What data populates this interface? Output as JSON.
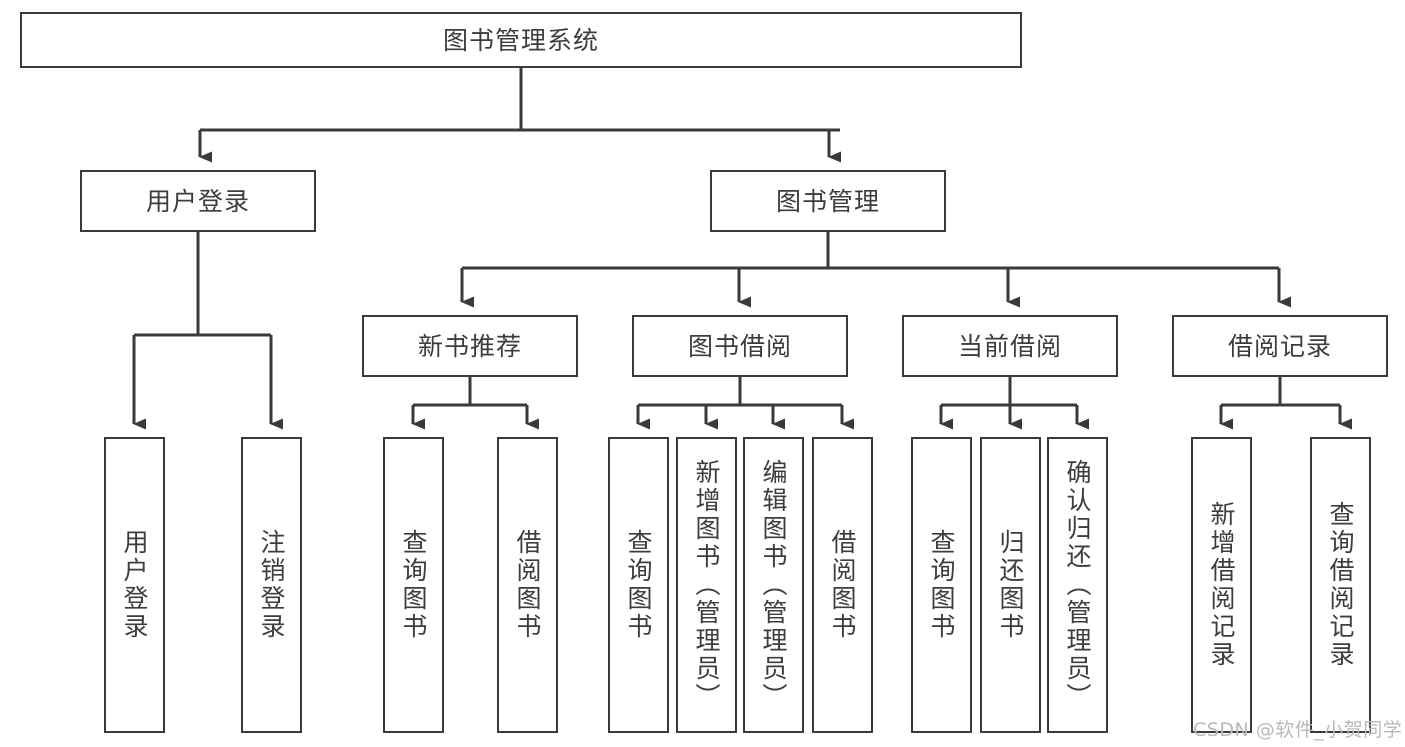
{
  "diagram": {
    "type": "hierarchy-tree",
    "title": "图书管理系统",
    "watermark": "CSDN @软件_小贺同学",
    "colors": {
      "stroke": "#3a3a3a",
      "text": "#3d3d3d",
      "background": "#ffffff",
      "watermark": "#b9b9b9"
    },
    "nodes": {
      "root": {
        "label": "图书管理系统",
        "level": 0,
        "orientation": "horizontal"
      },
      "user_login": {
        "label": "用户登录",
        "level": 1,
        "orientation": "horizontal"
      },
      "book_manage": {
        "label": "图书管理",
        "level": 1,
        "orientation": "horizontal"
      },
      "new_book_rec": {
        "label": "新书推荐",
        "level": 2,
        "orientation": "horizontal"
      },
      "book_borrow": {
        "label": "图书借阅",
        "level": 2,
        "orientation": "horizontal"
      },
      "current_borrow": {
        "label": "当前借阅",
        "level": 2,
        "orientation": "horizontal"
      },
      "borrow_record": {
        "label": "借阅记录",
        "level": 2,
        "orientation": "horizontal"
      },
      "leaf_user_login": {
        "label": "用户登录",
        "level": 2,
        "orientation": "vertical"
      },
      "leaf_logout": {
        "label": "注销登录",
        "level": 2,
        "orientation": "vertical"
      },
      "leaf_query_book_1": {
        "label": "查询图书",
        "level": 3,
        "orientation": "vertical"
      },
      "leaf_borrow_book_1": {
        "label": "借阅图书",
        "level": 3,
        "orientation": "vertical"
      },
      "leaf_query_book_2": {
        "label": "查询图书",
        "level": 3,
        "orientation": "vertical"
      },
      "leaf_add_book": {
        "label": "新增图书（管理员）",
        "level": 3,
        "orientation": "vertical"
      },
      "leaf_edit_book": {
        "label": "编辑图书（管理员）",
        "level": 3,
        "orientation": "vertical"
      },
      "leaf_borrow_book_2": {
        "label": "借阅图书",
        "level": 3,
        "orientation": "vertical"
      },
      "leaf_query_book_3": {
        "label": "查询图书",
        "level": 3,
        "orientation": "vertical"
      },
      "leaf_return_book": {
        "label": "归还图书",
        "level": 3,
        "orientation": "vertical"
      },
      "leaf_confirm_return": {
        "label": "确认归还（管理员）",
        "level": 3,
        "orientation": "vertical"
      },
      "leaf_add_record": {
        "label": "新增借阅记录",
        "level": 3,
        "orientation": "vertical"
      },
      "leaf_query_record": {
        "label": "查询借阅记录",
        "level": 3,
        "orientation": "vertical"
      }
    },
    "edges": [
      {
        "from": "root",
        "to": "user_login"
      },
      {
        "from": "root",
        "to": "book_manage"
      },
      {
        "from": "user_login",
        "to": "leaf_user_login"
      },
      {
        "from": "user_login",
        "to": "leaf_logout"
      },
      {
        "from": "book_manage",
        "to": "new_book_rec"
      },
      {
        "from": "book_manage",
        "to": "book_borrow"
      },
      {
        "from": "book_manage",
        "to": "current_borrow"
      },
      {
        "from": "book_manage",
        "to": "borrow_record"
      },
      {
        "from": "new_book_rec",
        "to": "leaf_query_book_1"
      },
      {
        "from": "new_book_rec",
        "to": "leaf_borrow_book_1"
      },
      {
        "from": "book_borrow",
        "to": "leaf_query_book_2"
      },
      {
        "from": "book_borrow",
        "to": "leaf_add_book"
      },
      {
        "from": "book_borrow",
        "to": "leaf_edit_book"
      },
      {
        "from": "book_borrow",
        "to": "leaf_borrow_book_2"
      },
      {
        "from": "current_borrow",
        "to": "leaf_query_book_3"
      },
      {
        "from": "current_borrow",
        "to": "leaf_return_book"
      },
      {
        "from": "current_borrow",
        "to": "leaf_confirm_return"
      },
      {
        "from": "borrow_record",
        "to": "leaf_add_record"
      },
      {
        "from": "borrow_record",
        "to": "leaf_query_record"
      }
    ]
  }
}
